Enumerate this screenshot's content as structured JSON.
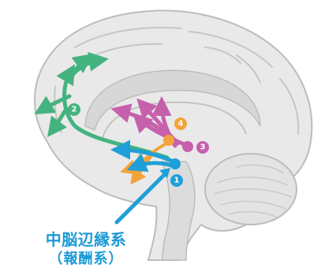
{
  "caption": {
    "line1": "中脳辺縁系",
    "line2": "（報酬系）"
  },
  "markers": [
    {
      "id": "1",
      "label": "1",
      "color": "#1f9fd9"
    },
    {
      "id": "2",
      "label": "2",
      "color": "#45b37f"
    },
    {
      "id": "3",
      "label": "3",
      "color": "#c660ad"
    },
    {
      "id": "4",
      "label": "4",
      "color": "#f2a33a"
    }
  ],
  "colors": {
    "pathway_1": "#1f9fd9",
    "pathway_2": "#45b37f",
    "pathway_3": "#c660ad",
    "pathway_4": "#f2a33a",
    "brain_fill": "#e6e6e6",
    "brain_outline": "#bdbdbd"
  }
}
